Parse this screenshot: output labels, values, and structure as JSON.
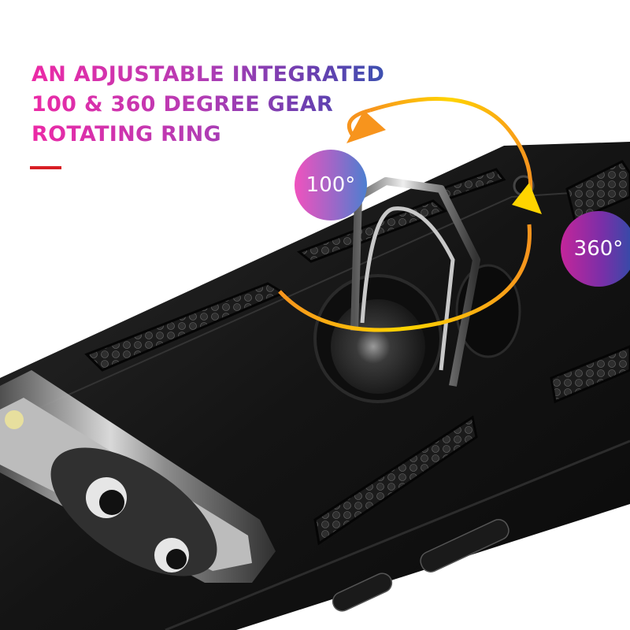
{
  "headline": {
    "line1": "AN ADJUSTABLE INTEGRATED",
    "line2": "100 & 360 DEGREE GEAR",
    "line3": "ROTATING RING"
  },
  "badges": {
    "left": "100°",
    "right": "360°"
  },
  "colors": {
    "headline_gradient_start": "#ec2aa6",
    "headline_gradient_end": "#2f55b0",
    "accent_bar": "#d81e24",
    "arrow_orange": "#f7941d",
    "arrow_yellow": "#ffd400",
    "case_black": "#151515"
  },
  "product": {
    "description": "black rugged phone case with metal kickstand ring and camera cutout"
  }
}
